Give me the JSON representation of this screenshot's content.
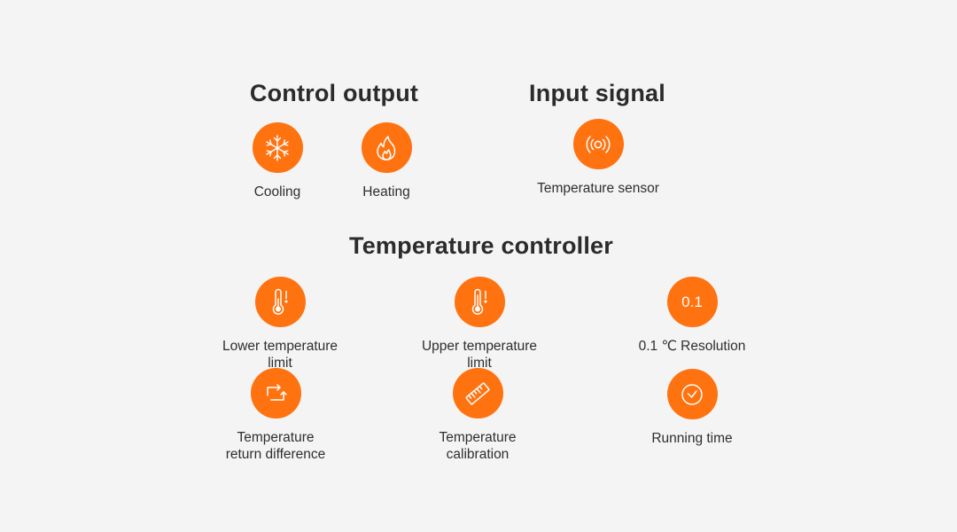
{
  "sections": {
    "control_output": "Control output",
    "input_signal": "Input signal",
    "temperature_controller": "Temperature controller"
  },
  "features": {
    "cooling": {
      "label": "Cooling",
      "icon": "snowflake-icon"
    },
    "heating": {
      "label": "Heating",
      "icon": "flame-icon"
    },
    "sensor": {
      "label": "Temperature sensor",
      "icon": "sensor-signal-icon"
    },
    "lower_limit": {
      "label": "Lower temperature\nlimit",
      "icon": "thermometer-low-alert-icon"
    },
    "upper_limit": {
      "label": "Upper temperature\nlimit",
      "icon": "thermometer-high-alert-icon"
    },
    "resolution": {
      "label": "0.1 ℃ Resolution",
      "badge": "0.1"
    },
    "return_diff": {
      "label": "Temperature\nreturn difference",
      "icon": "return-arrows-icon"
    },
    "calibration": {
      "label": "Temperature\ncalibration",
      "icon": "ruler-icon"
    },
    "running_time": {
      "label": "Running time",
      "icon": "clock-icon"
    }
  },
  "colors": {
    "accent": "#ff7210",
    "background": "#f4f4f4",
    "text": "#2b2b2b"
  }
}
